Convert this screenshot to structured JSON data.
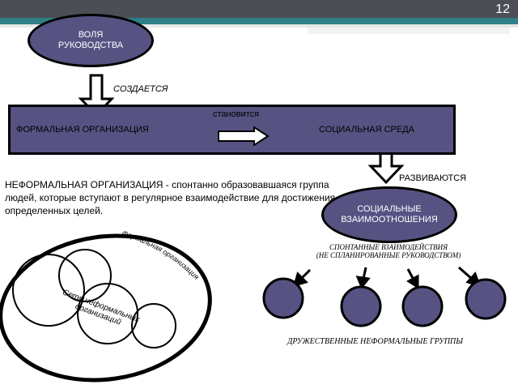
{
  "slide": {
    "number": "12"
  },
  "nodes": {
    "will": "ВОЛЯ\nРУКОВОДСТВА",
    "creates": "СОЗДАЕТСЯ",
    "becomes": "становится",
    "formal_org": "ФОРМАЛЬНАЯ ОРГАНИЗАЦИЯ",
    "social_env": "СОЦИАЛЬНАЯ СРЕДА",
    "develop": "РАЗВИВАЮТСЯ",
    "social_relations": "СОЦИАЛЬНЫЕ\nВЗАИМООТНОШЕНИЯ",
    "informal_def": "НЕФОРМАЛЬНАЯ ОРГАНИЗАЦИЯ - спонтанно образовавшаяся группа людей, которые вступают в регулярное взаимодействие для достижения определенных целей.",
    "spontaneous": "СПОНТАННЫЕ ВЗАИМОДЕЙСТВИЯ\n(НЕ СПЛАНИРОВАННЫЕ РУКОВОДСТВОМ)",
    "friendly_groups": "ДРУЖЕСТВЕННЫЕ НЕФОРМАЛЬНЫЕ ГРУППЫ",
    "formal_org_curved": "Формальная организация",
    "network_label": "Сеть неформальных\nорганизаций"
  },
  "colors": {
    "node_fill": "#565383",
    "header_dark": "#4b4f55",
    "header_teal": "#2f7f85"
  }
}
